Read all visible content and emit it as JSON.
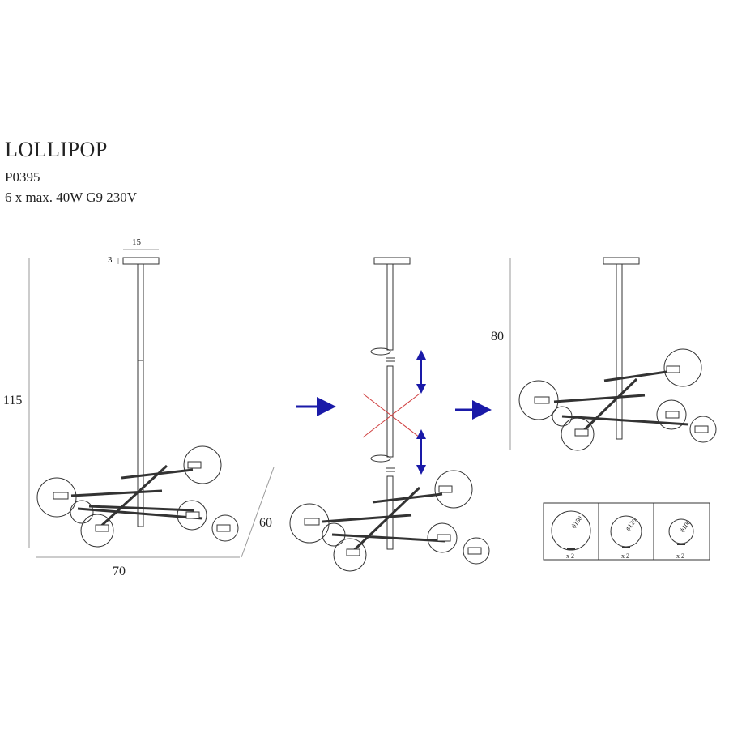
{
  "product": {
    "name": "LOLLIPOP",
    "code": "P0395",
    "spec": "6 x max. 40W G9  230V"
  },
  "dimensions": {
    "canopy_width": "15",
    "canopy_height": "3",
    "total_height": "115",
    "width": "70",
    "depth": "60",
    "shortened_height": "80"
  },
  "glass_shades": [
    {
      "diameter": "ϕ150",
      "qty": "x 2"
    },
    {
      "diameter": "ϕ120",
      "qty": "x 2"
    },
    {
      "diameter": "ϕ100",
      "qty": "x 2"
    }
  ],
  "colors": {
    "line": "#333333",
    "arrow": "#1a1aa8",
    "cross": "#d04040"
  }
}
